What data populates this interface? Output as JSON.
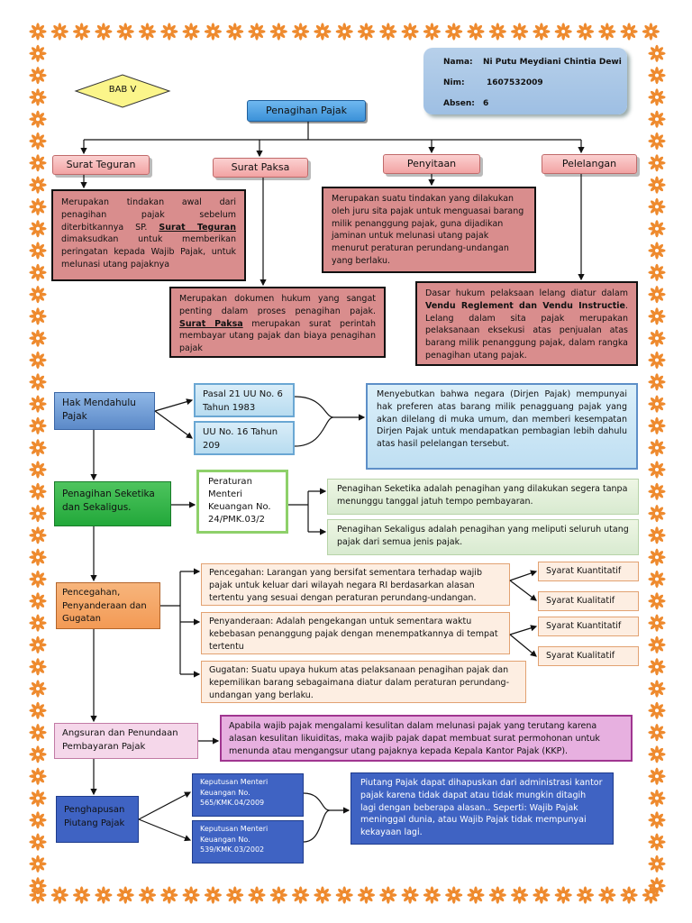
{
  "colors": {
    "flower": "#ee8a2e",
    "accent_blue": "#3b91d8",
    "header_pink": "#f2a3a3",
    "pink_text_box": "#f4c7c7",
    "navy": "#3556b5",
    "green": "#22a83a",
    "orange": "#f39a55",
    "magenta": "#e7b0e0"
  },
  "border_icon": "orange-flower-icon",
  "student": {
    "nama_label": "Nama:",
    "nama": "Ni Putu Meydiani Chintia Dewi",
    "nim_label": "Nim:",
    "nim": "1607532009",
    "absen_label": "Absen:",
    "absen": "6"
  },
  "chapter": "BAB V",
  "root": "Penagihan Pajak",
  "branches": {
    "teguran": {
      "title": "Surat Teguran",
      "pre": "Merupakan tindakan awal dari penagihan pajak sebelum diterbitkannya SP. ",
      "bold": "Surat Teguran",
      "post": " dimaksudkan untuk memberikan peringatan kepada Wajib Pajak, untuk melunasi utang pajaknya"
    },
    "paksa": {
      "title": "Surat Paksa",
      "pre": "Merupakan dokumen hukum yang sangat penting dalam proses penagihan pajak. ",
      "bold": "Surat Paksa",
      "post": " merupakan surat perintah membayar utang pajak dan biaya penagihan pajak"
    },
    "penyitaan": {
      "title": "Penyitaan",
      "text": "Merupakan suatu tindakan yang dilakukan oleh juru sita pajak untuk menguasai barang milik penanggung pajak, guna dijadikan jaminan untuk melunasi utang pajak menurut peraturan perundang-undangan yang berlaku."
    },
    "pelelangan": {
      "title": "Pelelangan",
      "pre": "Dasar hukum pelaksaan lelang diatur dalam ",
      "bold": "Vendu Reglement dan Vendu Instructie",
      "post": ". Lelang dalam sita pajak merupakan pelaksanaan eksekusi atas penjualan atas barang milik penanggung pajak, dalam rangka penagihan utang pajak."
    }
  },
  "hak": {
    "title": "Hak Mendahulu Pajak",
    "ref1": "Pasal 21 UU No. 6 Tahun 1983",
    "ref2": "UU No. 16 Tahun 209",
    "text": "Menyebutkan bahwa negara (Dirjen Pajak) mempunyai hak preferen atas barang milik penagguang pajak yang akan dilelang di muka umum, dan memberi kesempatan Dirjen Pajak untuk mendapatkan pembagian lebih dahulu atas hasil pelelangan tersebut."
  },
  "seketika": {
    "title": "Penagihan Seketika dan Sekaligus.",
    "ref": "Peraturan Menteri Keuangan No. 24/PMK.03/2",
    "text1": "Penagihan Seketika adalah penagihan yang dilakukan segera tanpa menunggu tanggal jatuh tempo pembayaran.",
    "text2": "Penagihan Sekaligus adalah penagihan yang meliputi seluruh utang pajak dari semua jenis pajak."
  },
  "pencegahan": {
    "title": "Pencegahan, Penyanderaan dan Gugatan",
    "p1": "Pencegahan: Larangan yang bersifat sementara terhadap wajib pajak untuk keluar dari wilayah negara RI berdasarkan alasan tertentu yang sesuai dengan peraturan perundang-undangan.",
    "p2": "Penyanderaan: Adalah pengekangan untuk sementara waktu kebebasan penanggung pajak dengan menempatkannya di tempat tertentu",
    "p3": "Gugatan: Suatu upaya hukum atas pelaksanaan penagihan pajak dan kepemilikan barang sebagaimana diatur dalam peraturan perundang-undangan yang berlaku.",
    "s1": "Syarat Kuantitatif",
    "s2": "Syarat Kualitatif",
    "s3": "Syarat Kuantitatif",
    "s4": "Syarat Kualitatif"
  },
  "angsuran": {
    "title": "Angsuran dan Penundaan Pembayaran Pajak",
    "text": "Apabila wajib pajak mengalami kesulitan dalam melunasi pajak yang terutang karena alasan kesulitan likuiditas, maka wajib pajak dapat membuat surat permohonan untuk menunda atau mengangsur utang pajaknya kepada Kepala Kantor Pajak (KKP)."
  },
  "hapus": {
    "title": "Penghapusan Piutang Pajak",
    "kep1": "Keputusan Menteri Keuangan No. 565/KMK.04/2009",
    "kep2": "Keputusan Menteri Keuangan No. 539/KMK.03/2002",
    "text": "Piutang Pajak dapat dihapuskan dari administrasi kantor pajak karena tidak dapat atau tidak mungkin ditagih lagi dengan beberapa alasan.. Seperti: Wajib Pajak meninggal dunia, atau Wajib Pajak tidak mempunyai kekayaan lagi."
  }
}
